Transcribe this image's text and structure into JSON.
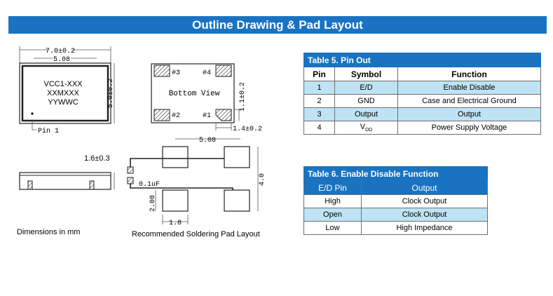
{
  "header": {
    "title": "Outline Drawing & Pad Layout"
  },
  "drawing": {
    "top_view": {
      "dim_length": "7.0±0.2",
      "dim_inner": "5.08",
      "dim_width": "5.0±0.2",
      "marking_line1": "VCC1-XXX",
      "marking_line2": "XXMXXX",
      "marking_line3": "YYWWC",
      "pin1_label": "Pin 1"
    },
    "bottom_view": {
      "label": "Bottom View",
      "pad3": "#3",
      "pad4": "#4",
      "pad2": "#2",
      "pad1": "#1",
      "dim_pad_height": "1.1±0.2",
      "dim_pad_width": "1.4±0.2"
    },
    "side_view": {
      "dim_height": "1.6±0.3"
    },
    "pad_layout": {
      "dim_spacing": "5.08",
      "dim_height": "4.0",
      "dim_pad": "2.00",
      "dim_gap": "1.8",
      "cap_label": "0.1uF"
    },
    "caption_left": "Dimensions in mm",
    "caption_right": "Recommended Soldering Pad Layout"
  },
  "table5": {
    "caption": "Table 5. Pin Out",
    "headers": [
      "Pin",
      "Symbol",
      "Function"
    ],
    "rows": [
      [
        "1",
        "E/D",
        "Enable Disable"
      ],
      [
        "2",
        "GND",
        "Case and Electrical Ground"
      ],
      [
        "3",
        "Output",
        "Output"
      ],
      [
        "4",
        "V",
        "Power Supply Voltage"
      ]
    ],
    "row4_subscript": "DD"
  },
  "table6": {
    "caption": "Table 6. Enable Disable Function",
    "headers": [
      "E/D Pin",
      "Output"
    ],
    "rows": [
      [
        "High",
        "Clock Output"
      ],
      [
        "Open",
        "Clock Output"
      ],
      [
        "Low",
        "High Impedance"
      ]
    ]
  },
  "colors": {
    "accent": "#1a73c0",
    "row_shade": "#bde3f4"
  }
}
